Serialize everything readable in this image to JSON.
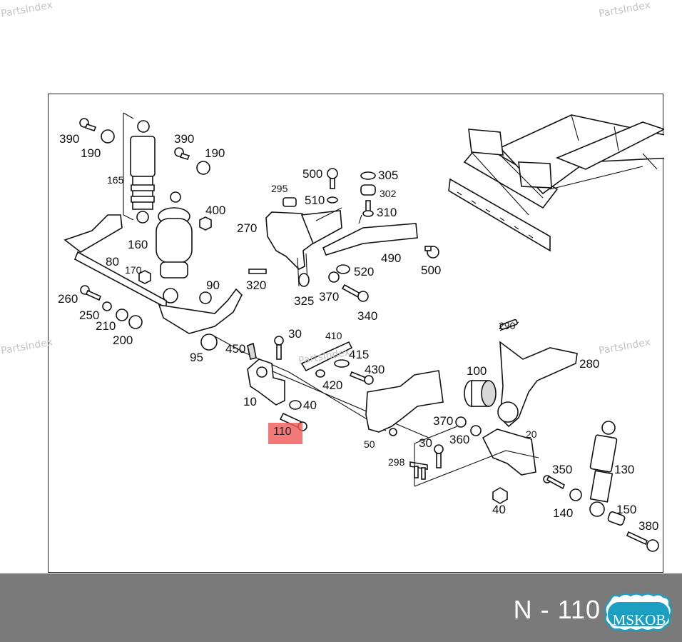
{
  "watermark": "PartsIndex",
  "labels": {
    "l390a": "390",
    "l190a": "190",
    "l165": "165",
    "l390b": "390",
    "l190b": "190",
    "l400": "400",
    "l160": "160",
    "l80": "80",
    "l170": "170",
    "l90": "90",
    "l260": "260",
    "l250": "250",
    "l210": "210",
    "l200": "200",
    "l95": "95",
    "l450": "450",
    "l10": "10",
    "l40a": "40",
    "l295": "295",
    "l270": "270",
    "l320": "320",
    "l325": "325",
    "l370a": "370",
    "l340": "340",
    "l500a": "500",
    "l510": "510",
    "l305": "305",
    "l302": "302",
    "l310": "310",
    "l490": "490",
    "l520": "520",
    "l500b": "500",
    "l30a": "30",
    "l410": "410",
    "l415": "415",
    "l420": "420",
    "l430": "430",
    "l290": "290",
    "l280": "280",
    "l100": "100",
    "l370b": "370",
    "l360": "360",
    "l20": "20",
    "l30b": "30",
    "l298": "298",
    "l50": "50",
    "l350": "350",
    "l130": "130",
    "l140": "140",
    "l40b": "40",
    "l150": "150",
    "l380": "380"
  },
  "highlight": {
    "label": "110",
    "color": "#f05a5a"
  },
  "footer": {
    "code": "N - 110",
    "background": "#7a7a7a"
  },
  "badge": {
    "text": "MSKOB",
    "color": "#1c9fc0"
  }
}
